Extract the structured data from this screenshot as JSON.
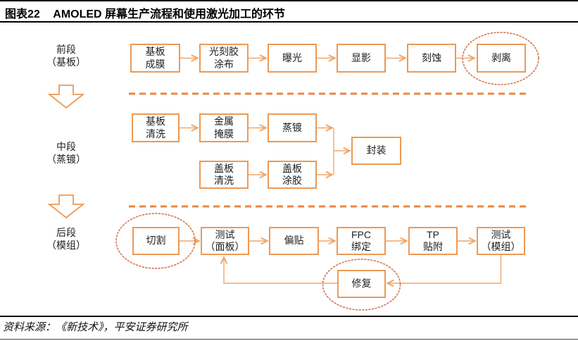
{
  "header": {
    "figure_label": "图表22",
    "title": "AMOLED 屏幕生产流程和使用激光加工的环节"
  },
  "stages": [
    "前段\n（基板）",
    "中段\n（蒸镀）",
    "后段\n（模组）"
  ],
  "flow": {
    "row1": [
      "基板\n成膜",
      "光刻胶\n涂布",
      "曝光",
      "显影",
      "刻蚀",
      "剥离"
    ],
    "row2": [
      "基板\n清洗",
      "金属\n掩膜",
      "蒸镀"
    ],
    "row2b": [
      "盖板\n清洗",
      "盖板\n涂胶"
    ],
    "encapsulation": "封装",
    "row3": [
      "切割",
      "测试\n（面板）",
      "偏贴",
      "FPC\n绑定",
      "TP\n贴附",
      "测试\n（模组）"
    ],
    "repair": "修复"
  },
  "highlights": {
    "laser_steps": [
      "剥离",
      "切割",
      "修复"
    ]
  },
  "footer": {
    "source": "资料来源：《新技术》，平安证券研究所"
  },
  "colors": {
    "box-border": "#EC9A56",
    "arrow": "#EFA76C",
    "dash": "#ED8640",
    "dot": "#DB7A56",
    "text": "#1F1F1F"
  }
}
